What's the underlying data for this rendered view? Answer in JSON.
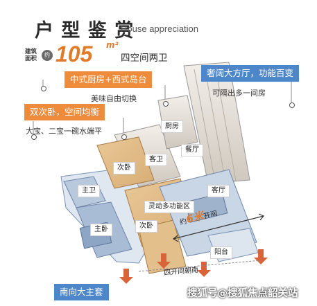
{
  "header": {
    "title_cn": "户 型 鉴 赏",
    "title_en": "House appreciation"
  },
  "area": {
    "label": "建筑面积",
    "approx": "约",
    "number": "105",
    "unit": "m²",
    "desc": "四空间两卫"
  },
  "callouts": {
    "kitchen_tag": "中式厨房+西式岛台",
    "kitchen_sub": "美味自由切换",
    "bedrooms_tag": "双次卧，空间均衡",
    "bedrooms_sub": "大宝、二宝一碗水端平",
    "living_tag": "奢阔大方厅，功能百变",
    "living_sub": "可隔出多一间房",
    "master_tag": "南向大主套"
  },
  "rooms": {
    "kitchen": "厨房",
    "guest_bath": "客卫",
    "dining": "餐厅",
    "second_bed_top": "次卧",
    "master_bath": "主卫",
    "master_bed": "主卧",
    "flex_area": "灵动多功能区",
    "second_bed_bottom": "次卧",
    "living": "客厅",
    "balcony": "阳台"
  },
  "annotations": {
    "span_prefix": "约",
    "span_number": "6米",
    "span_suffix": "开间",
    "south_four": "四开间朝南"
  },
  "watermark": "搜狐号@搜狐焦点韶关站",
  "colors": {
    "orange": "#ef8c3b",
    "blue": "#4d86c9",
    "accent_text": "#e07b2a"
  }
}
